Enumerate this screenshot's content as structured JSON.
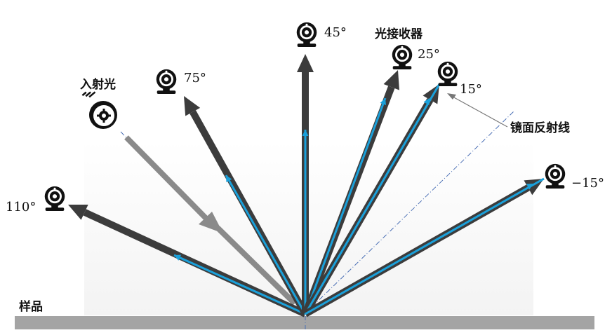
{
  "sample_label": "样品",
  "incident_label": "入射光",
  "receiver_label": "光接收器",
  "mirror_label": "镜面反射线",
  "angles": {
    "a110": "110°",
    "a75": "75°",
    "a45": "45°",
    "a25": "25°",
    "a15": "15°",
    "am15": "−15°"
  },
  "icons": {
    "receiver": "webcam-icon",
    "source": "light-bulb-gear-icon"
  },
  "colors": {
    "receiver_arrow": "#3c3c3c",
    "blue_ray": "#1aa0da",
    "incident": "#8a8a8a",
    "sample": "#a4a4a4",
    "mirror_line": "#4a6fb5"
  }
}
